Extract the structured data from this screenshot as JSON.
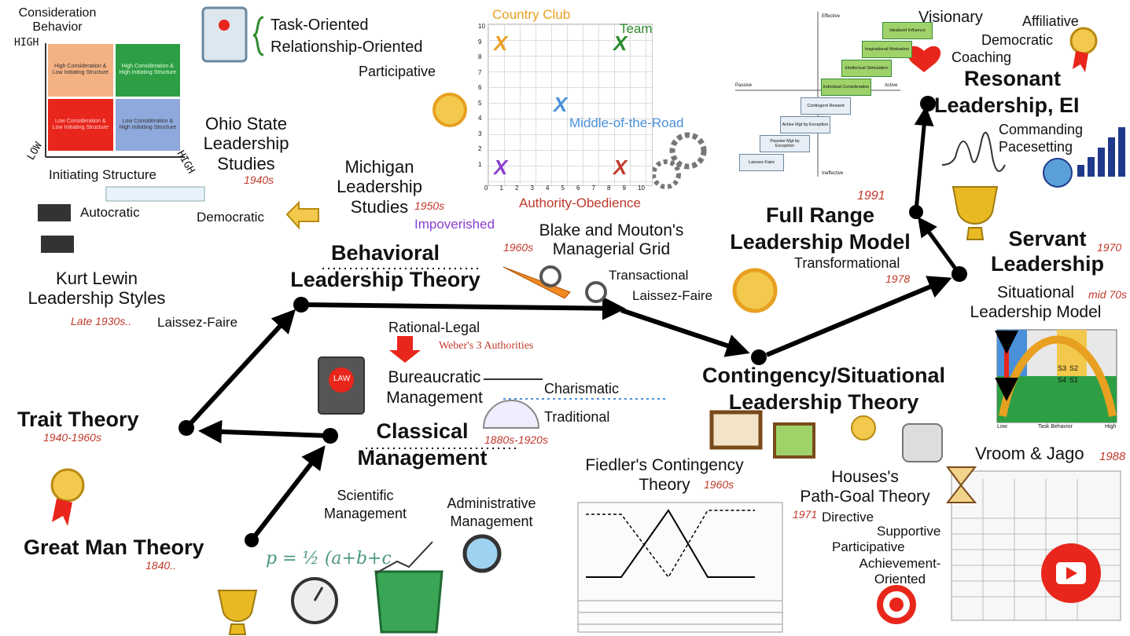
{
  "ohio": {
    "consideration_label": "Consideration Behavior",
    "high_label": "HIGH",
    "low_label": "LOW",
    "high_right_label": "HIGH",
    "initiating_label": "Initiating Structure",
    "title": "Ohio State Leadership Studies",
    "title_l1": "Ohio State",
    "title_l2": "Leadership",
    "title_l3": "Studies",
    "date": "1940s",
    "q_top_left": "High Consideration & Low Initiating Structure",
    "q_top_right": "High Consideration & High Initiating Structure",
    "q_bottom_left": "Low Consideration & Low Initiating Structure",
    "q_bottom_right": "Low Consideration & High Initiating Structure",
    "colors": {
      "tl": "#f4b183",
      "tr": "#2e9e44",
      "bl": "#e8261b",
      "br": "#8fa9dc"
    }
  },
  "task_rel": {
    "task": "Task-Oriented",
    "relationship": "Relationship-Oriented"
  },
  "michigan": {
    "participative": "Participative",
    "title_l1": "Michigan",
    "title_l2": "Leadership",
    "title_l3": "Studies",
    "date": "1950s"
  },
  "grid": {
    "country_club": "Country Club",
    "team": "Team",
    "middle": "Middle-of-the-Road",
    "impoverished": "Impoverished",
    "authority": "Authority-Obedience",
    "x_mark": "X",
    "y_ticks": [
      "1",
      "2",
      "3",
      "4",
      "5",
      "6",
      "7",
      "8",
      "9",
      "10"
    ],
    "x_ticks": [
      "0",
      "1",
      "2",
      "3",
      "4",
      "5",
      "6",
      "7",
      "8",
      "9",
      "10"
    ],
    "title_l1": "Blake and Mouton's",
    "title_l2": "Managerial Grid",
    "date": "1960s",
    "colors": {
      "country_club": "#e8a020",
      "team": "#2e8b2e",
      "middle": "#4a90d9",
      "impoverished": "#8a3fd1",
      "authority": "#c0392b"
    }
  },
  "lewin": {
    "autocratic": "Autocratic",
    "democratic": "Democratic",
    "title_l1": "Kurt Lewin",
    "title_l2": "Leadership Styles",
    "date": "Late 1930s..",
    "laissez": "Laissez-Faire"
  },
  "behavioral": {
    "l1": "Behavioral",
    "l2": "Leadership Theory"
  },
  "full_range": {
    "date": "1991",
    "l1": "Full Range",
    "l2": "Leadership Model",
    "transformational": "Transformational",
    "transformational_date": "1978",
    "transactional": "Transactional",
    "laissez": "Laissez-Faire",
    "chart": {
      "effective": "Effective",
      "ineffective": "Ineffective",
      "passive": "Passive",
      "active": "Active",
      "steps": [
        "Laissez-Faire",
        "Passive Mgt by Exception",
        "Active Mgt by Exception",
        "Contingent Reward",
        "Individual Consideration",
        "Intellectual Stimulation",
        "Inspirational Motivation",
        "Idealized Influence"
      ]
    }
  },
  "resonant": {
    "visionary": "Visionary",
    "affiliative": "Affiliative",
    "democratic": "Democratic",
    "coaching": "Coaching",
    "l1": "Resonant",
    "l2": "Leadership, EI",
    "commanding": "Commanding",
    "pacesetting": "Pacesetting"
  },
  "servant": {
    "l1": "Servant",
    "l2": "Leadership",
    "date": "1970"
  },
  "situational_model": {
    "l1": "Situational",
    "l2": "Leadership Model",
    "date": "mid 70s",
    "s3": "S3",
    "s2": "S2",
    "s4": "S4",
    "s1": "S1",
    "low": "Low",
    "high": "High",
    "task_behavior": "Task Behavior"
  },
  "vroom": {
    "label": "Vroom & Jago",
    "date": "1988"
  },
  "weber": {
    "rational": "Rational-Legal",
    "title": "Weber's 3 Authorities",
    "charismatic": "Charismatic",
    "traditional": "Traditional",
    "law": "LAW"
  },
  "bureaucratic": {
    "l1": "Bureaucratic",
    "l2": "Management"
  },
  "contingency": {
    "l1": "Contingency/Situational",
    "l2": "Leadership Theory"
  },
  "trait": {
    "label": "Trait Theory",
    "date": "1940-1960s"
  },
  "classical": {
    "l1": "Classical",
    "l2": "Management",
    "date": "1880s-1920s"
  },
  "fiedler": {
    "l1": "Fiedler's Contingency",
    "l2": "Theory",
    "date": "1960s"
  },
  "path_goal": {
    "l1": "Houses's",
    "l2": "Path-Goal Theory",
    "date": "1971",
    "directive": "Directive",
    "supportive": "Supportive",
    "participative": "Participative",
    "achievement_l1": "Achievement-",
    "achievement_l2": "Oriented"
  },
  "scientific": {
    "l1": "Scientific",
    "l2": "Management"
  },
  "administrative": {
    "l1": "Administrative",
    "l2": "Management"
  },
  "great_man": {
    "label": "Great Man Theory",
    "date": "1840.."
  },
  "formula": "p = ½ (a+b+c",
  "colors": {
    "date_red": "#c0392b",
    "arrow": "#000000"
  }
}
